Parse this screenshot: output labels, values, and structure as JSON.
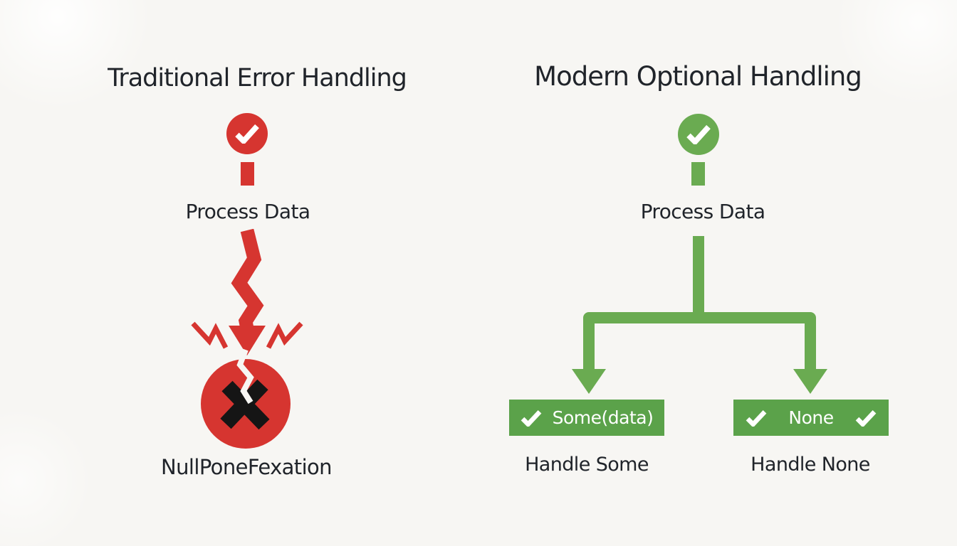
{
  "canvas": {
    "background": "#f7f6f3",
    "description": "Comparison diagram of error handling approaches"
  },
  "colors": {
    "red": "#d63530",
    "green": "#6aab51",
    "green_box": "#5ba24a",
    "text": "#20242a",
    "white": "#ffffff",
    "x_mark": "#151515"
  },
  "left_panel": {
    "title": "Traditional Error Handling",
    "status_icon": "checkmark",
    "step_label": "Process Data",
    "error_label": "NullPoneFexation"
  },
  "right_panel": {
    "title": "Modern Optional Handling",
    "status_icon": "checkmark",
    "step_label": "Process Data",
    "branches": [
      {
        "box_label": "Some(data)",
        "handler_label": "Handle Some"
      },
      {
        "box_label": "None",
        "handler_label": "Handle None"
      }
    ]
  }
}
